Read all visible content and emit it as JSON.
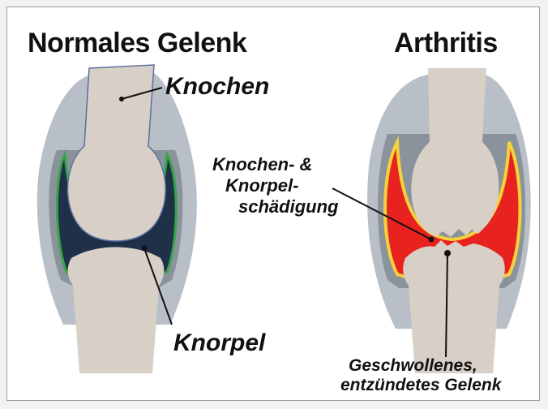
{
  "titles": {
    "normal": "Normales Gelenk",
    "arthritis": "Arthritis"
  },
  "labels": {
    "bone": "Knochen",
    "cartilage": "Knorpel",
    "damage_line1": "Knochen- &",
    "damage_line2": "Knorpel-",
    "damage_line3": "schädigung",
    "swollen_line1": "Geschwollenes,",
    "swollen_line2": "entzündetes Gelenk"
  },
  "colors": {
    "background": "#ffffff",
    "frame_border": "#9c9c9c",
    "capsule_outer": "#b8bfc6",
    "capsule_inner": "#8a939c",
    "bone": "#d8cfc7",
    "cartilage_space_normal": "#1e3149",
    "cartilage_border_normal": "#35a545",
    "synovium_inflamed": "#e8231f",
    "synovium_border_inflamed": "#f5d23c",
    "leader_line": "#111111"
  }
}
